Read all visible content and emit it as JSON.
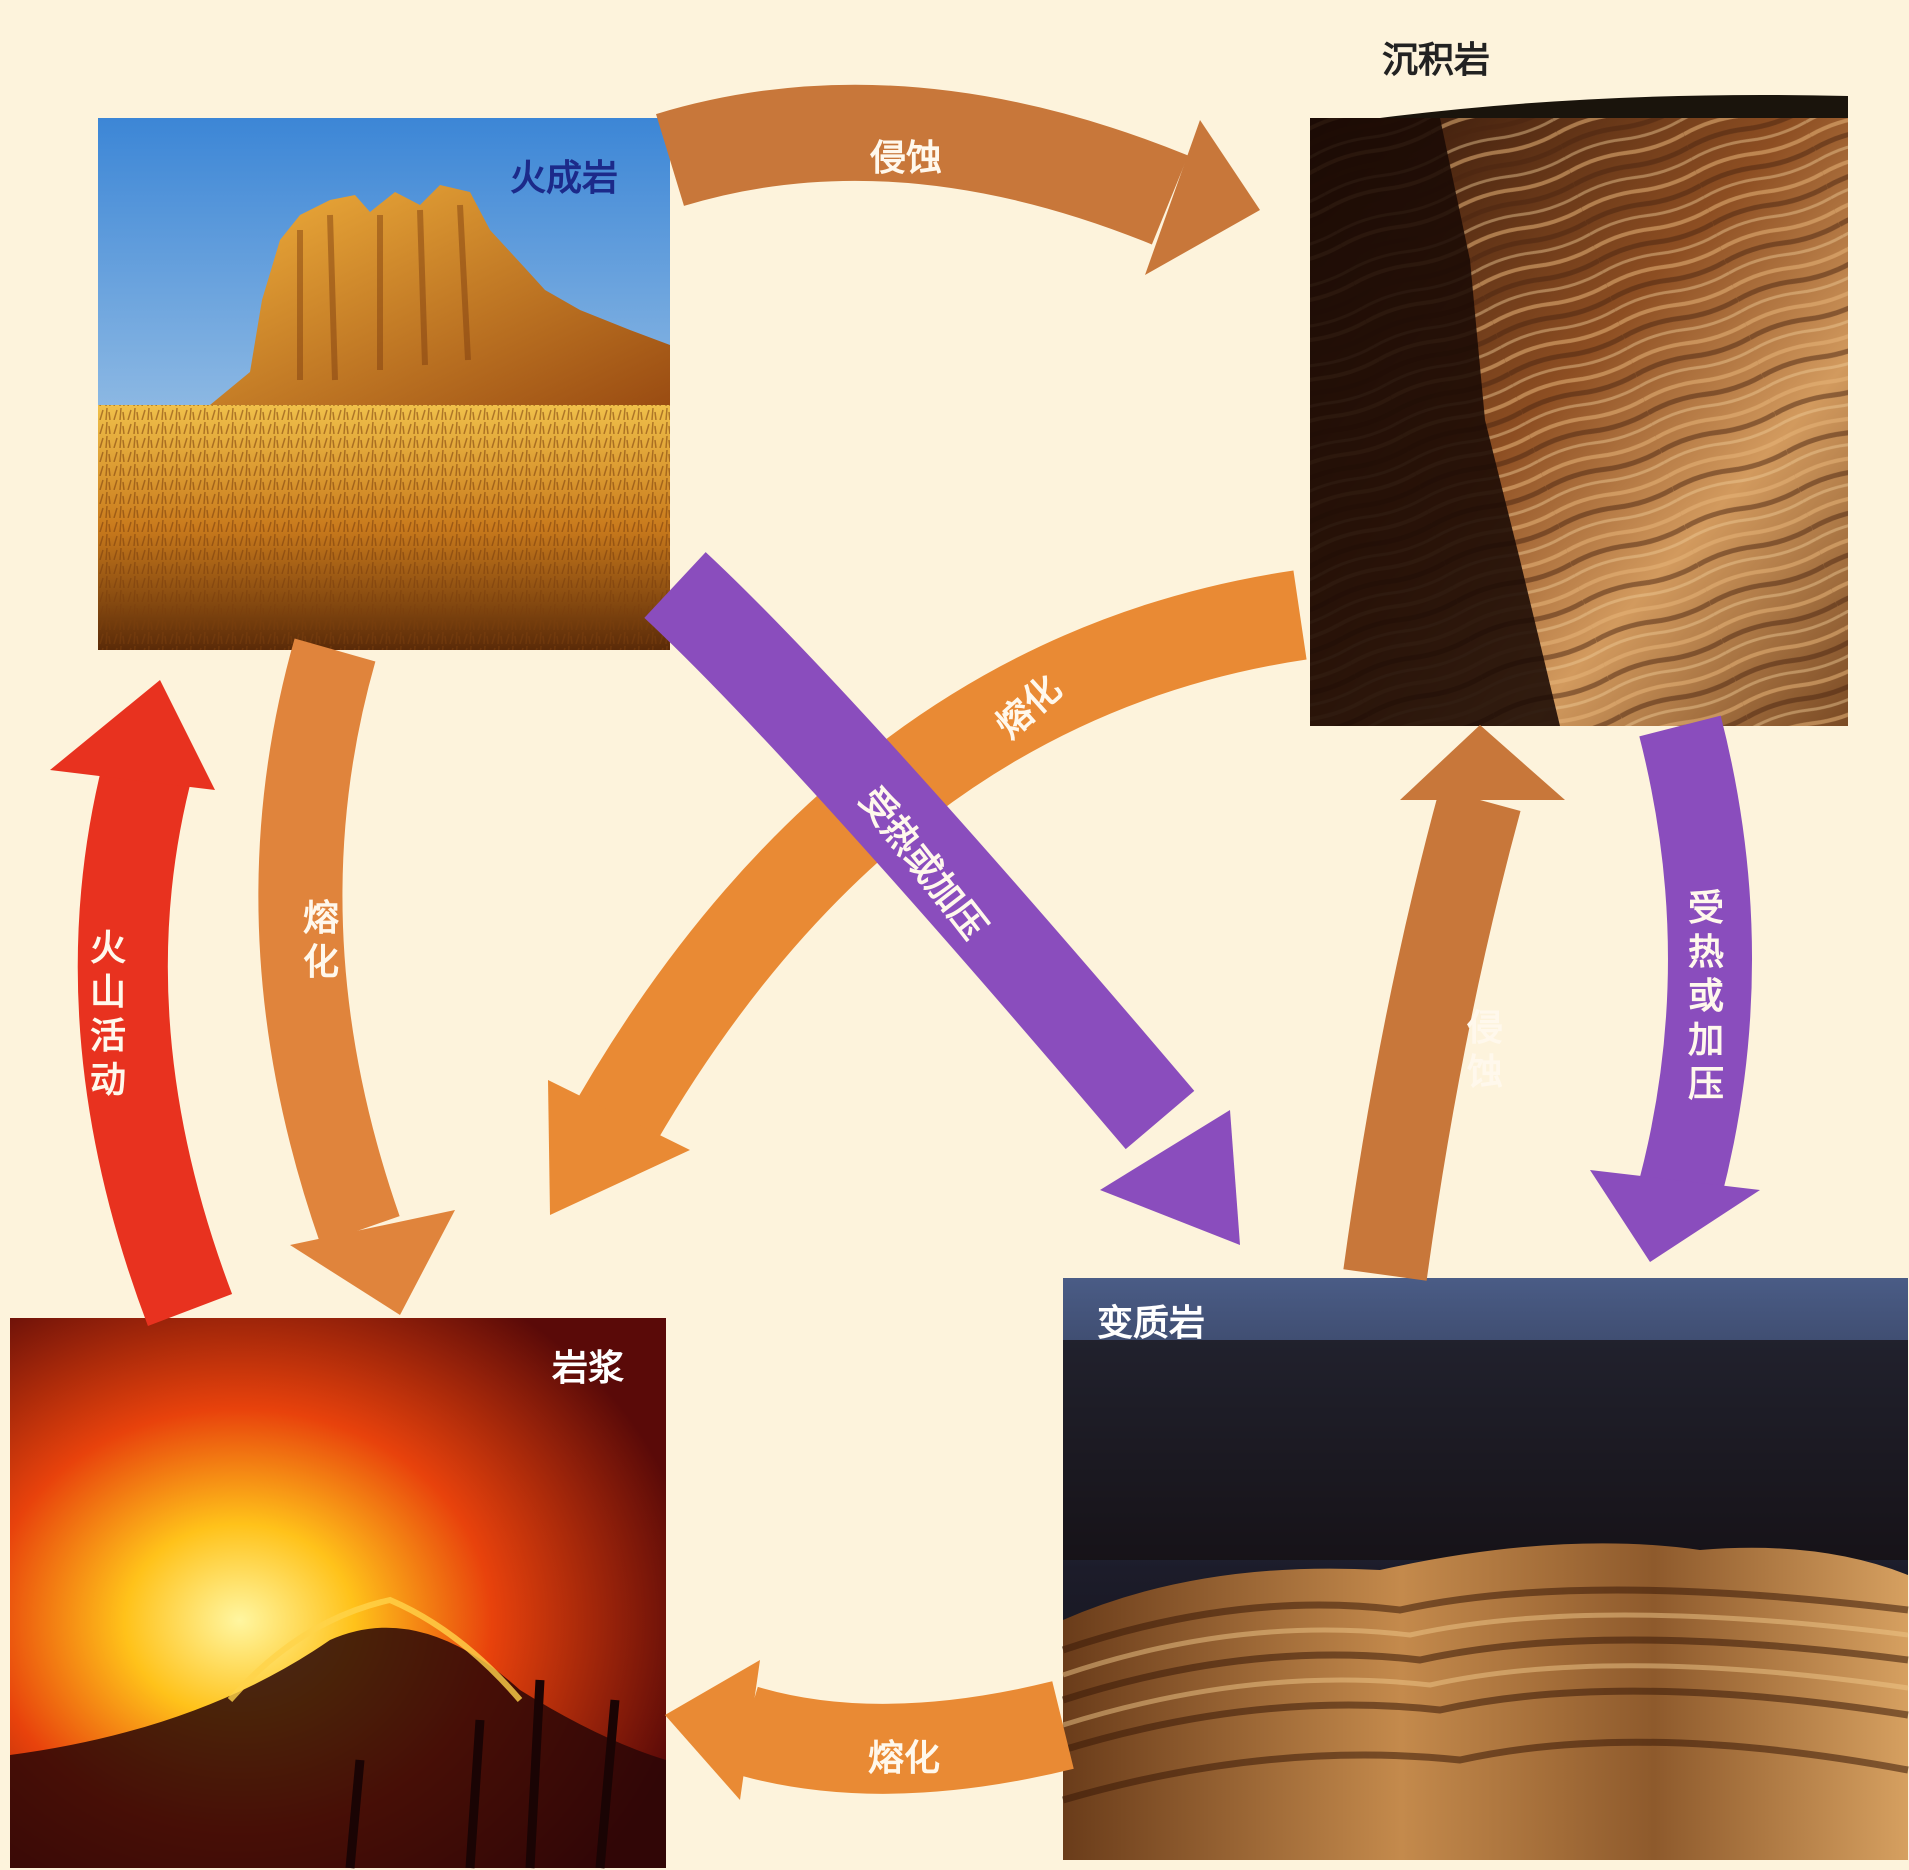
{
  "nodes": {
    "igneous": "火成岩",
    "sedimentary": "沉积岩",
    "metamorphic": "变质岩",
    "magma": "岩浆"
  },
  "processes": {
    "igneous_to_sedimentary": "侵蚀",
    "sedimentary_to_magma": "熔化",
    "igneous_to_metamorphic": "受热或加压",
    "igneous_to_magma": "熔化",
    "magma_to_igneous": "火山活动",
    "metamorphic_to_sedimentary": "侵蚀",
    "sedimentary_to_metamorphic": "受热或加压",
    "metamorphic_to_magma": "熔化"
  },
  "colors": {
    "background": "#fdf3dc",
    "erosion": "#c8773a",
    "melting": "#e98a34",
    "heat_pressure": "#8a4dbd",
    "volcanic": "#e8321f"
  }
}
